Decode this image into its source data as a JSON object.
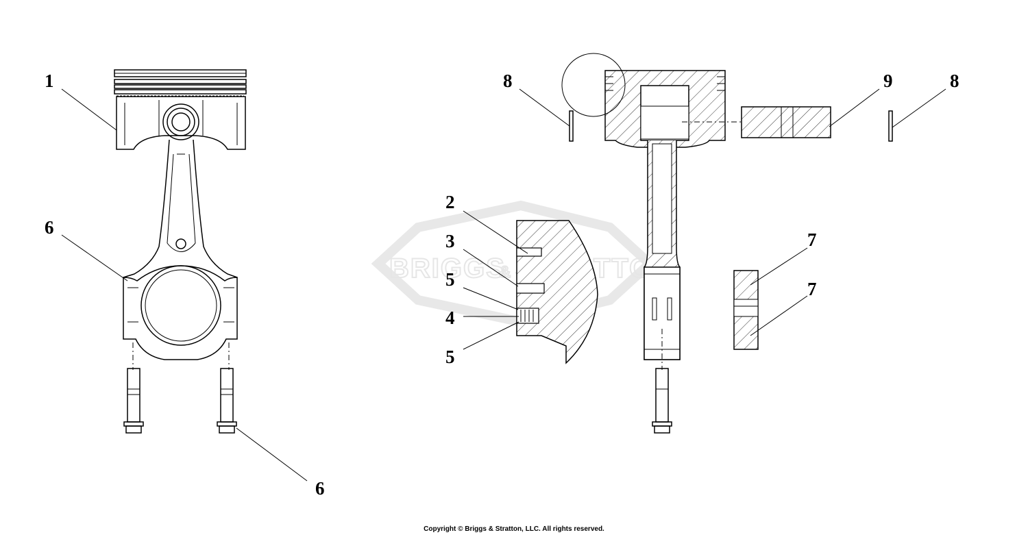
{
  "watermark": {
    "text_left": "BRIGGS",
    "text_amp": "&",
    "text_right": "STRATTON"
  },
  "callouts": [
    {
      "id": "c1",
      "label": "1"
    },
    {
      "id": "c6a",
      "label": "6"
    },
    {
      "id": "c6b",
      "label": "6"
    },
    {
      "id": "c8a",
      "label": "8"
    },
    {
      "id": "c8b",
      "label": "8"
    },
    {
      "id": "c9",
      "label": "9"
    },
    {
      "id": "c2",
      "label": "2"
    },
    {
      "id": "c3",
      "label": "3"
    },
    {
      "id": "c5a",
      "label": "5"
    },
    {
      "id": "c4",
      "label": "4"
    },
    {
      "id": "c5b",
      "label": "5"
    },
    {
      "id": "c7a",
      "label": "7"
    },
    {
      "id": "c7b",
      "label": "7"
    }
  ],
  "copyright": "Copyright © Briggs & Stratton, LLC. All rights reserved.",
  "colors": {
    "ink": "#000000",
    "watermark": "#e6e6e6",
    "background": "#ffffff"
  }
}
